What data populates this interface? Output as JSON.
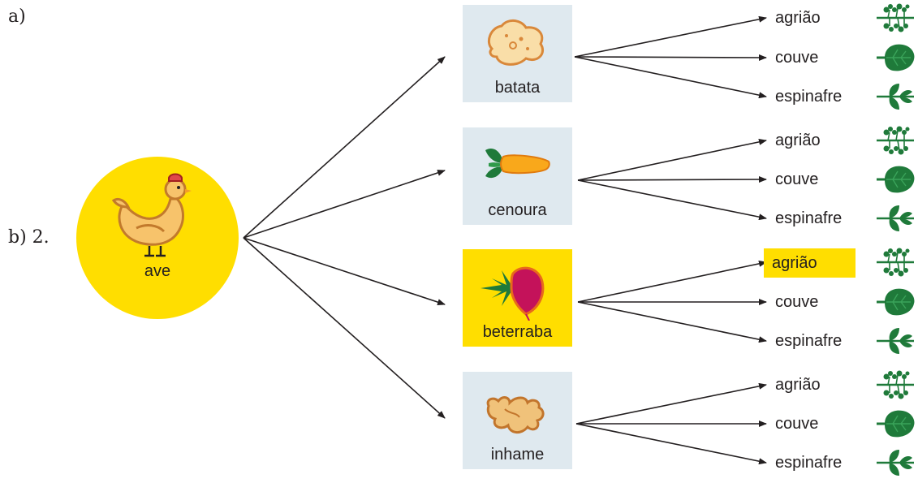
{
  "labels": {
    "a": "a)",
    "b": "b) 2."
  },
  "root": {
    "name": "ave",
    "icon": "chicken-icon",
    "color": "#ffde00"
  },
  "middle": [
    {
      "name": "batata",
      "icon": "potato-icon",
      "highlighted": false,
      "leaves": [
        {
          "name": "agrião",
          "icon": "watercress-icon",
          "highlighted": false
        },
        {
          "name": "couve",
          "icon": "kale-leaf-icon",
          "highlighted": false
        },
        {
          "name": "espinafre",
          "icon": "spinach-icon",
          "highlighted": false
        }
      ]
    },
    {
      "name": "cenoura",
      "icon": "carrot-icon",
      "highlighted": false,
      "leaves": [
        {
          "name": "agrião",
          "icon": "watercress-icon",
          "highlighted": false
        },
        {
          "name": "couve",
          "icon": "kale-leaf-icon",
          "highlighted": false
        },
        {
          "name": "espinafre",
          "icon": "spinach-icon",
          "highlighted": false
        }
      ]
    },
    {
      "name": "beterraba",
      "icon": "beet-icon",
      "highlighted": true,
      "leaves": [
        {
          "name": "agrião",
          "icon": "watercress-icon",
          "highlighted": true
        },
        {
          "name": "couve",
          "icon": "kale-leaf-icon",
          "highlighted": false
        },
        {
          "name": "espinafre",
          "icon": "spinach-icon",
          "highlighted": false
        }
      ]
    },
    {
      "name": "inhame",
      "icon": "yam-icon",
      "highlighted": false,
      "leaves": [
        {
          "name": "agrião",
          "icon": "watercress-icon",
          "highlighted": false
        },
        {
          "name": "couve",
          "icon": "kale-leaf-icon",
          "highlighted": false
        },
        {
          "name": "espinafre",
          "icon": "spinach-icon",
          "highlighted": false
        }
      ]
    }
  ],
  "colors": {
    "highlight": "#ffde00",
    "box": "#dfe9ef",
    "plant": "#1f7a3a",
    "arrow": "#231f20"
  }
}
